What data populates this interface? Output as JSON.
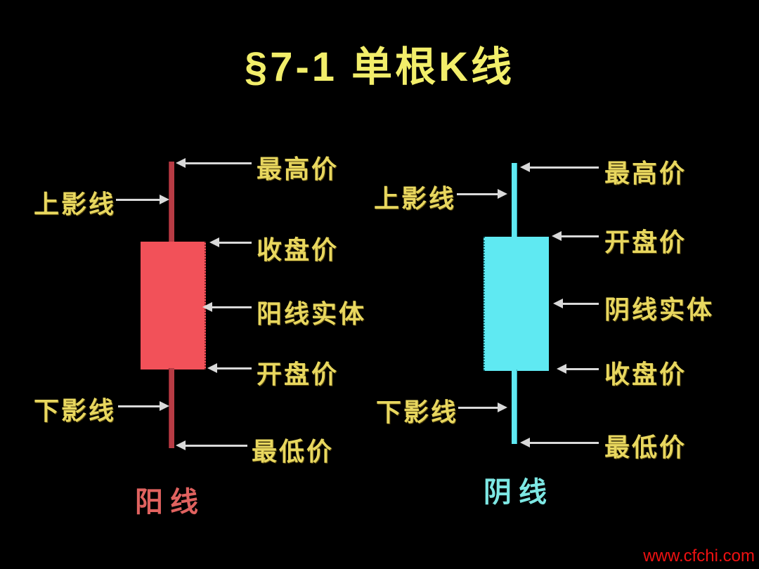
{
  "title": "§7-1 单根K线",
  "watermark": "www.cfchi.com",
  "left_candle": {
    "caption": "阳线",
    "upper_shadow": "上影线",
    "high": "最高价",
    "close": "收盘价",
    "body": "阳线实体",
    "open": "开盘价",
    "lower_shadow": "下影线",
    "low": "最低价"
  },
  "right_candle": {
    "caption": "阴线",
    "upper_shadow": "上影线",
    "high": "最高价",
    "open": "开盘价",
    "body": "阴线实体",
    "close": "收盘价",
    "lower_shadow": "下影线",
    "low": "最低价"
  },
  "colors": {
    "background": "#000000",
    "title_text": "#f2ee6a",
    "label_text": "#e8d75f",
    "bullish_body": "#f25159",
    "bullish_wick": "#b73b44",
    "bearish_body": "#5fe9f2",
    "bullish_caption": "#e0625f",
    "bearish_caption": "#7de7e3",
    "arrow": "#d9d9d9",
    "watermark_text": "#ee1111"
  }
}
